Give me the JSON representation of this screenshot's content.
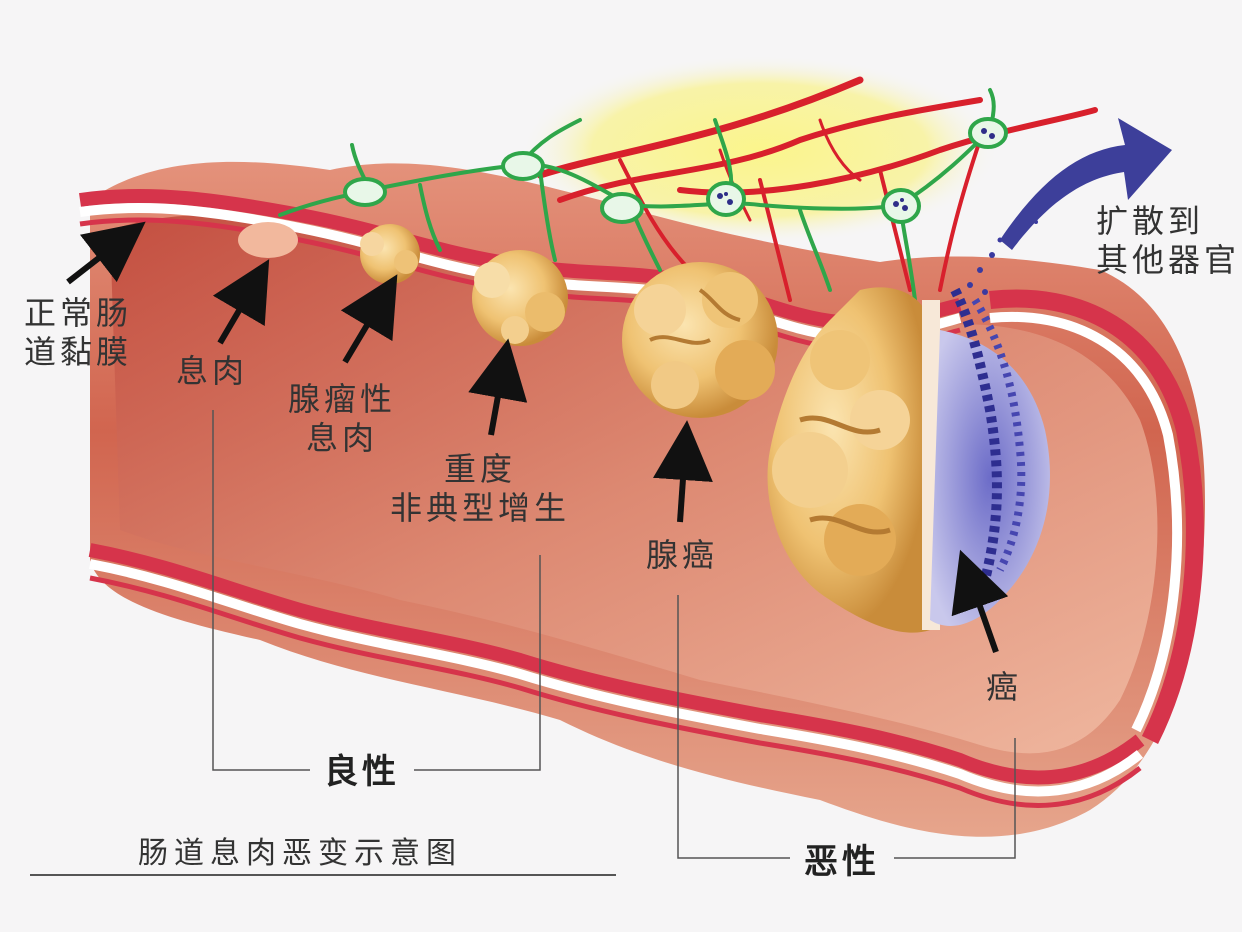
{
  "diagram": {
    "caption": "肠道息肉恶变示意图",
    "labels": {
      "normal_mucosa_line1": "正常肠",
      "normal_mucosa_line2": "道黏膜",
      "polyp": "息肉",
      "adenomatous_polyp_line1": "腺瘤性",
      "adenomatous_polyp_line2": "息肉",
      "severe_dysplasia_line1": "重度",
      "severe_dysplasia_line2": "非典型增生",
      "adenocarcinoma": "腺癌",
      "cancer": "癌",
      "spread_line1": "扩散到",
      "spread_line2": "其他器官"
    },
    "groups": {
      "benign": "良性",
      "malignant": "恶性"
    },
    "colors": {
      "tissue": "#d8755d",
      "tissue_light": "#f2c0a8",
      "membrane_red": "#d6344b",
      "vessel_red": "#d8202c",
      "lymph_green": "#2fa64a",
      "tumor_yellow": "#f2c77a",
      "cancer_blue": "#3a3aa0",
      "arrow_blue": "#3d3f9a",
      "glow_yellow": "#f7f29a"
    }
  }
}
